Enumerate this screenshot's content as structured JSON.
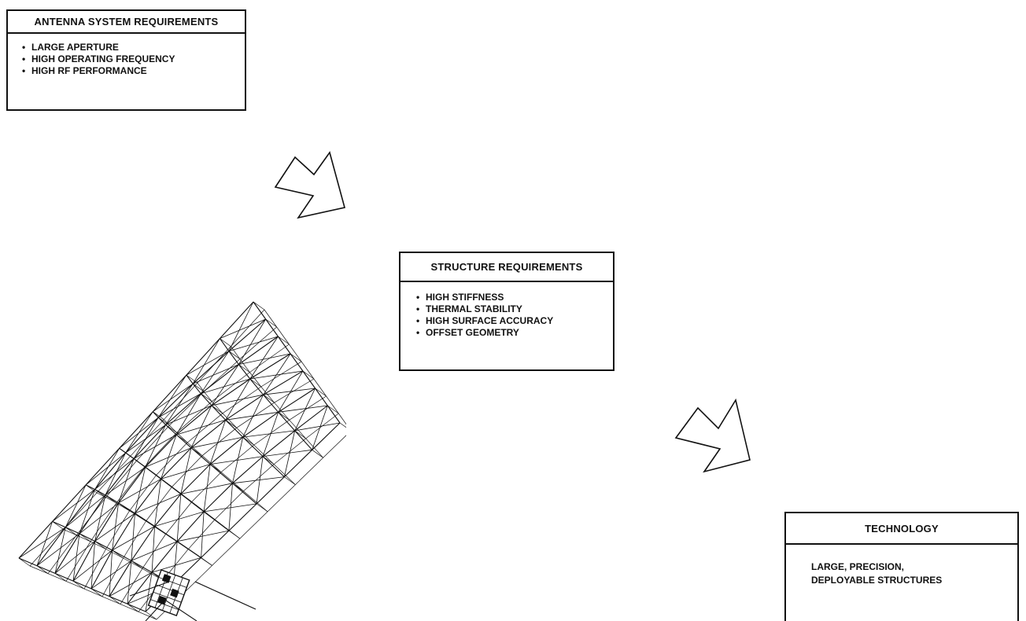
{
  "antenna_box": {
    "title": "ANTENNA SYSTEM REQUIREMENTS",
    "items": [
      "LARGE APERTURE",
      "HIGH OPERATING FREQUENCY",
      "HIGH RF PERFORMANCE"
    ]
  },
  "structure_box": {
    "title": "STRUCTURE REQUIREMENTS",
    "items": [
      "HIGH STIFFNESS",
      "THERMAL STABILITY",
      "HIGH SURFACE ACCURACY",
      "OFFSET GEOMETRY"
    ]
  },
  "technology_box": {
    "title": "TECHNOLOGY",
    "lines": [
      "LARGE, PRECISION,",
      "DEPLOYABLE  STRUCTURES"
    ]
  },
  "icons": {
    "flow_arrow": "flow-arrow-icon",
    "antenna_illustration": "antenna-truss-illustration"
  },
  "colors": {
    "ink": "#111111",
    "background": "#ffffff"
  }
}
